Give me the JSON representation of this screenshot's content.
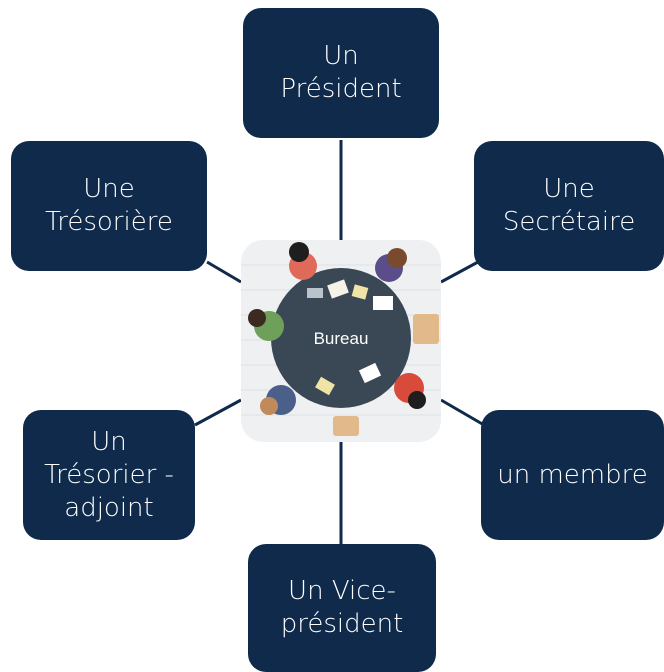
{
  "colors": {
    "node_fill": "#0f2a4a",
    "node_text": "#ffffff",
    "connector": "#0f2a4a",
    "table": "#3a4856"
  },
  "center": {
    "label": "Bureau",
    "image": "meeting-table-illustration"
  },
  "roles": {
    "president": [
      "Un",
      "Président"
    ],
    "secretaire": [
      "Une",
      "Secrétaire"
    ],
    "membre": [
      "un membre"
    ],
    "vice_president": [
      "Un Vice-",
      "président"
    ],
    "tresorier_adjoint": [
      "Un",
      "Trésorier -",
      "adjoint"
    ],
    "tresoriere": [
      "Une",
      "Trésorière"
    ]
  }
}
